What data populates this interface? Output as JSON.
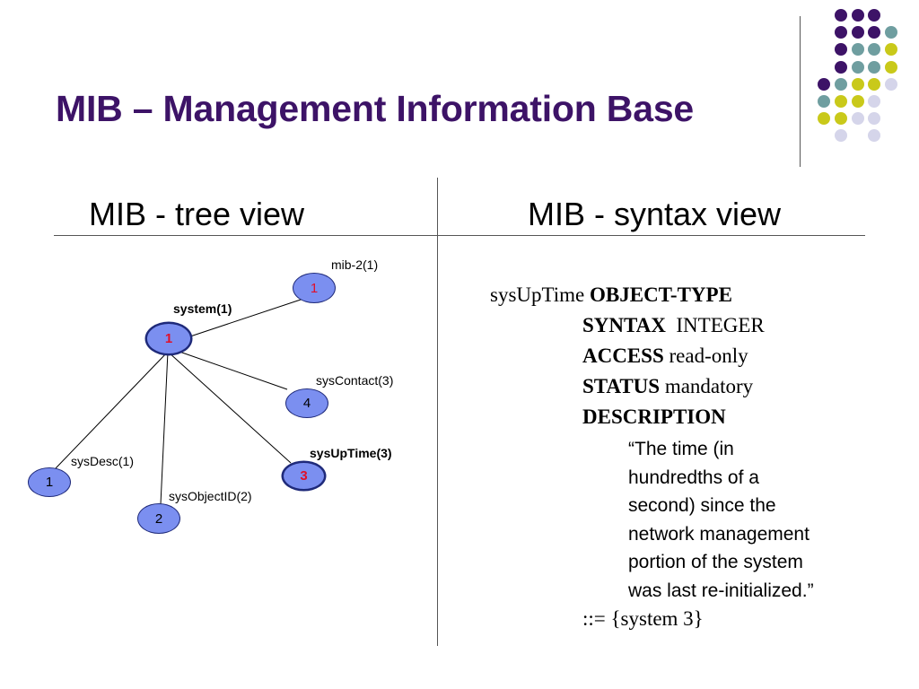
{
  "slide": {
    "title": "MIB – Management Information Base",
    "decoration_colors": {
      "purple": "#3d1367",
      "teal": "#6f9ea0",
      "yellow": "#c9c91a",
      "lavender": "#d5d5ea"
    }
  },
  "tree_view": {
    "heading": "MIB - tree view",
    "nodes": {
      "mib2": {
        "label": "mib-2(1)",
        "number": "1"
      },
      "system": {
        "label": "system(1)",
        "number": "1"
      },
      "sysdesc": {
        "label": "sysDesc(1)",
        "number": "1"
      },
      "sysobjectid": {
        "label": "sysObjectID(2)",
        "number": "2"
      },
      "sysuptime": {
        "label": "sysUpTime(3)",
        "number": "3"
      },
      "syscontact": {
        "label": "sysContact(3)",
        "number": "4"
      }
    }
  },
  "syntax_view": {
    "heading": "MIB - syntax view",
    "object_name": "sysUpTime",
    "object_type_keyword": "OBJECT-TYPE",
    "syntax_keyword": "SYNTAX",
    "syntax_value": "INTEGER",
    "access_keyword": "ACCESS",
    "access_value": "read-only",
    "status_keyword": "STATUS",
    "status_value": "mandatory",
    "description_keyword": "DESCRIPTION",
    "description_lines": [
      "“The time (in",
      "hundredths of a",
      "second) since the",
      "network management",
      "portion of the system",
      "was last re-initialized.”"
    ],
    "oid_assignment": "::= {system 3}"
  }
}
